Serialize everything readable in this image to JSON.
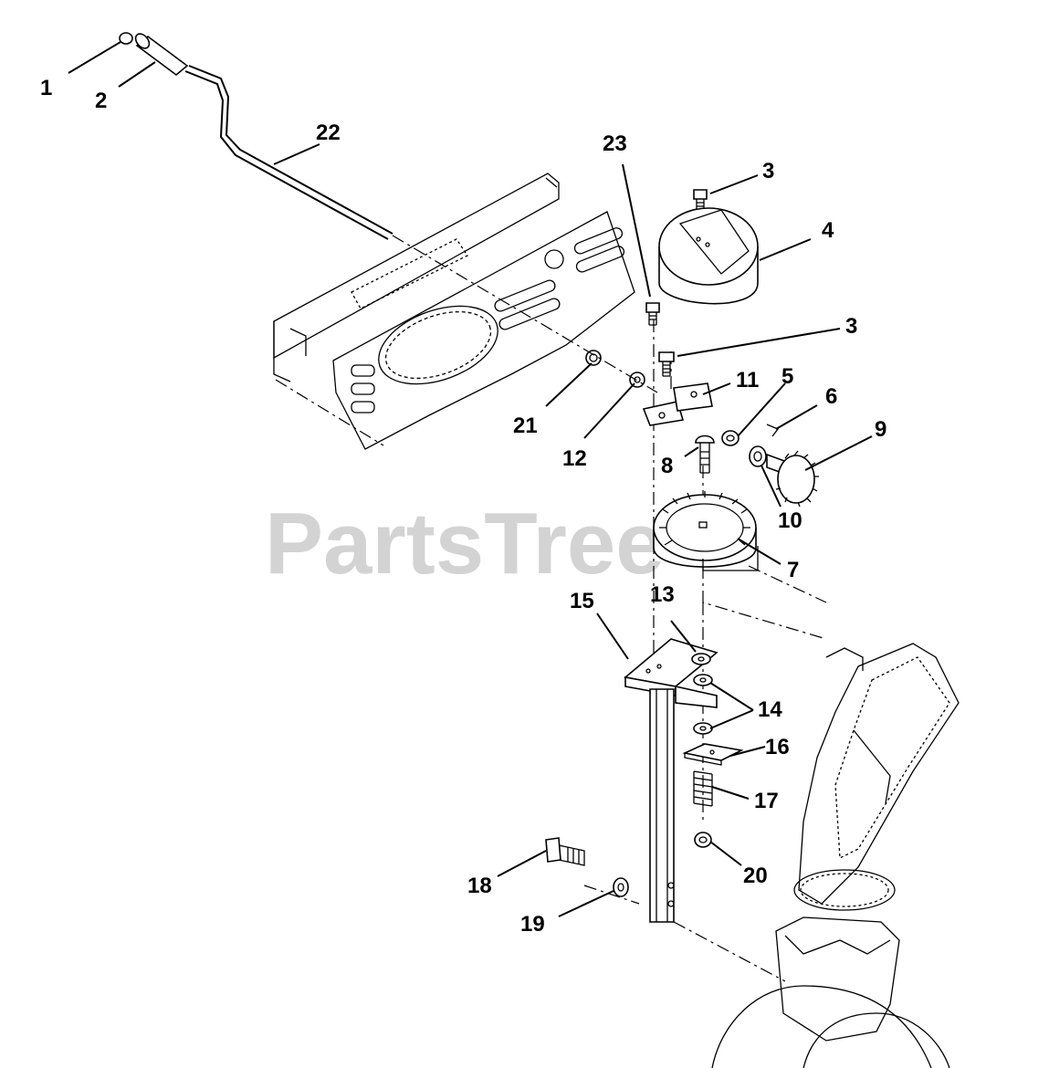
{
  "watermark": {
    "text": "PartsTree",
    "tm": "™"
  },
  "parts": [
    {
      "id": "label-1",
      "text": "1"
    },
    {
      "id": "label-2",
      "text": "2"
    },
    {
      "id": "label-22",
      "text": "22"
    },
    {
      "id": "label-23",
      "text": "23"
    },
    {
      "id": "label-3a",
      "text": "3"
    },
    {
      "id": "label-4",
      "text": "4"
    },
    {
      "id": "label-3b",
      "text": "3"
    },
    {
      "id": "label-11",
      "text": "11"
    },
    {
      "id": "label-5",
      "text": "5"
    },
    {
      "id": "label-6",
      "text": "6"
    },
    {
      "id": "label-9",
      "text": "9"
    },
    {
      "id": "label-21",
      "text": "21"
    },
    {
      "id": "label-12",
      "text": "12"
    },
    {
      "id": "label-8",
      "text": "8"
    },
    {
      "id": "label-10",
      "text": "10"
    },
    {
      "id": "label-7",
      "text": "7"
    },
    {
      "id": "label-15",
      "text": "15"
    },
    {
      "id": "label-13",
      "text": "13"
    },
    {
      "id": "label-14",
      "text": "14"
    },
    {
      "id": "label-16",
      "text": "16"
    },
    {
      "id": "label-17",
      "text": "17"
    },
    {
      "id": "label-18",
      "text": "18"
    },
    {
      "id": "label-20",
      "text": "20"
    },
    {
      "id": "label-19",
      "text": "19"
    }
  ]
}
